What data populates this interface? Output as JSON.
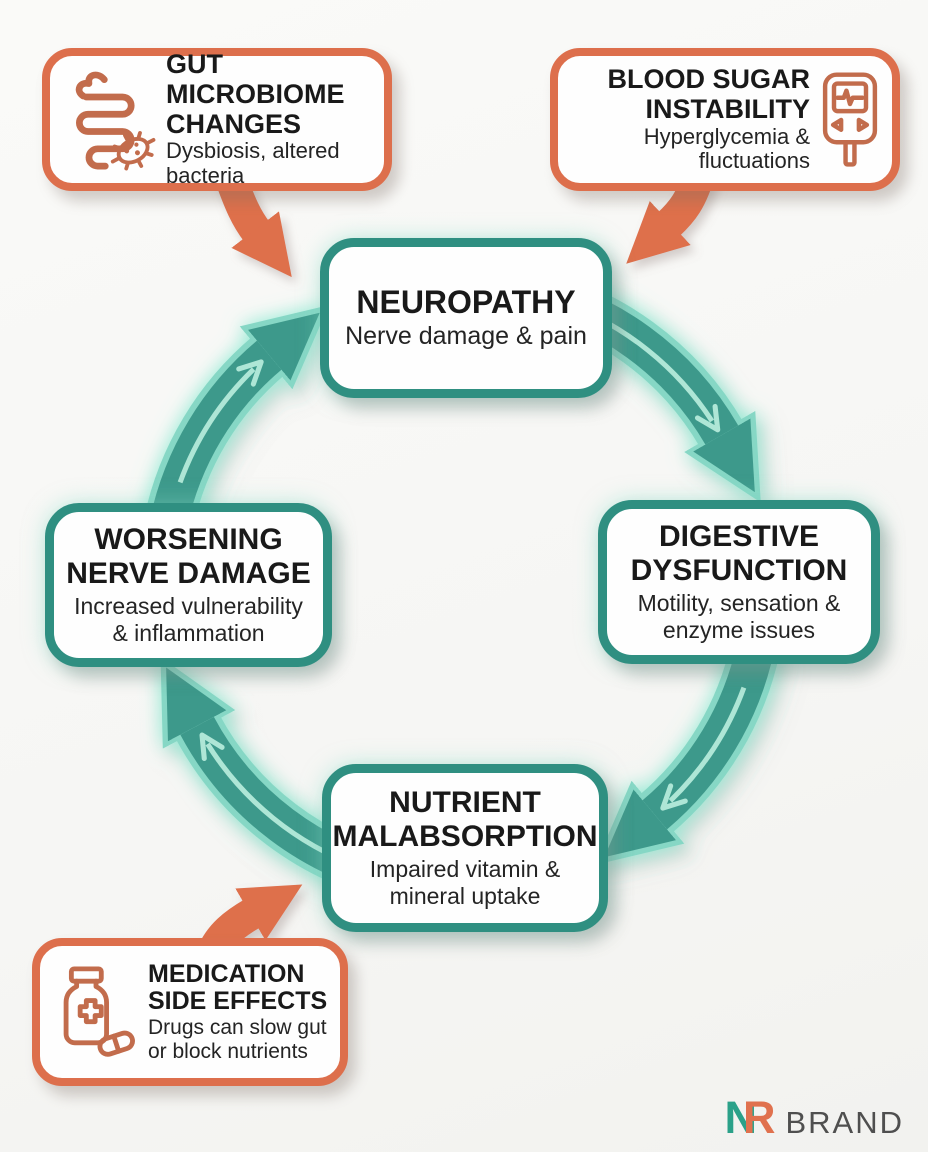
{
  "palette": {
    "orange_accent": "#dd6f4c",
    "teal_border": "#2f8f81",
    "teal_arrow_fill": "#3e998b",
    "teal_arrow_edge": "#86d7c5",
    "teal_glow": "#8ceed6",
    "background": "#f8f8f6",
    "text": "#191919",
    "logo_teal": "#2ba189",
    "logo_orange": "#e0714e",
    "logo_gray": "#4f4f4f"
  },
  "cycle": {
    "neuropathy": {
      "title": "NEUROPATHY",
      "subtitle": "Nerve damage & pain"
    },
    "digestive": {
      "title": "DIGESTIVE\nDYSFUNCTION",
      "subtitle": "Motility, sensation &\nenzyme issues"
    },
    "nutrient": {
      "title": "NUTRIENT\nMALABSORPTION",
      "subtitle": "Impaired vitamin &\nmineral uptake"
    },
    "worsening": {
      "title": "WORSENING\nNERVE DAMAGE",
      "subtitle": "Increased vulnerability\n& inflammation"
    }
  },
  "external_factors": {
    "gut_microbiome": {
      "title": "GUT MICROBIOME\nCHANGES",
      "subtitle": "Dysbiosis, altered\nbacteria",
      "icon": "intestine-bacteria-icon"
    },
    "blood_sugar": {
      "title": "BLOOD SUGAR\nINSTABILITY",
      "subtitle": "Hyperglycemia &\nfluctuations",
      "icon": "glucose-meter-icon"
    },
    "medication": {
      "title": "MEDICATION\nSIDE EFFECTS",
      "subtitle": "Drugs can slow gut\nor block nutrients",
      "icon": "pill-bottle-icon"
    }
  },
  "logo": {
    "letter_n": "N",
    "letter_r": "R",
    "word": "BRAND"
  }
}
